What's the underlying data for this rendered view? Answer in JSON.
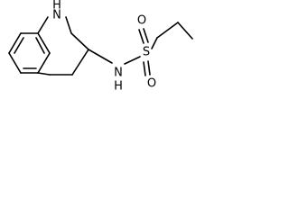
{
  "molecule": {
    "atoms": {
      "nh_ring": "H",
      "n_ring": "N",
      "nh_amide": "H",
      "n_amide": "N",
      "sulfur": "S",
      "oxygen_top": "O",
      "oxygen_bottom": "O"
    }
  }
}
